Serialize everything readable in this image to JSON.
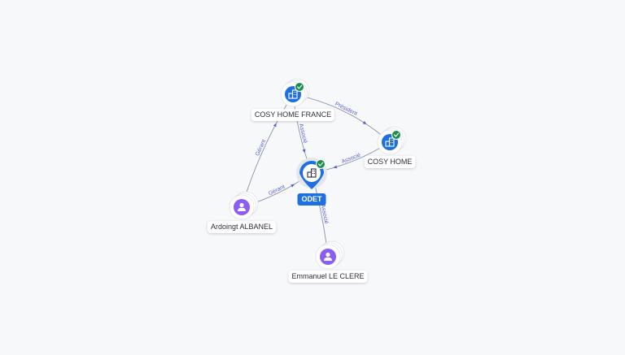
{
  "graph": {
    "nodes": [
      {
        "id": "cosy-home-france",
        "label": "COSY HOME FRANCE",
        "kind": "company",
        "verified": true
      },
      {
        "id": "cosy-home",
        "label": "COSY HOME",
        "kind": "company",
        "verified": true
      },
      {
        "id": "odet",
        "label": "ODET",
        "kind": "company",
        "verified": true,
        "focus": true
      },
      {
        "id": "ardoingt-albanel",
        "label": "Ardoingt ALBANEL",
        "kind": "person",
        "verified": false
      },
      {
        "id": "emmanuel-le-clere",
        "label": "Emmanuel LE CLERE",
        "kind": "person",
        "verified": false
      }
    ],
    "edges": [
      {
        "id": "e1",
        "from": "cosy-home-france",
        "to": "cosy-home",
        "label": "Président"
      },
      {
        "id": "e2",
        "from": "cosy-home-france",
        "to": "odet",
        "label": "Associé"
      },
      {
        "id": "e3",
        "from": "cosy-home",
        "to": "odet",
        "label": "Associé"
      },
      {
        "id": "e4",
        "from": "ardoingt-albanel",
        "to": "cosy-home-france",
        "label": "Gérant"
      },
      {
        "id": "e5",
        "from": "ardoingt-albanel",
        "to": "odet",
        "label": "Gérant"
      },
      {
        "id": "e6",
        "from": "emmanuel-le-clere",
        "to": "odet",
        "label": "Associé"
      }
    ]
  },
  "colors": {
    "company": "#1e6fe0",
    "person": "#8b5cf6",
    "verified": "#1a8f4e",
    "edge": "#8a93a6",
    "edge_label": "#5b62c9"
  },
  "icons": {
    "company": "building-icon",
    "person": "person-icon",
    "verified": "check-badge-icon"
  }
}
